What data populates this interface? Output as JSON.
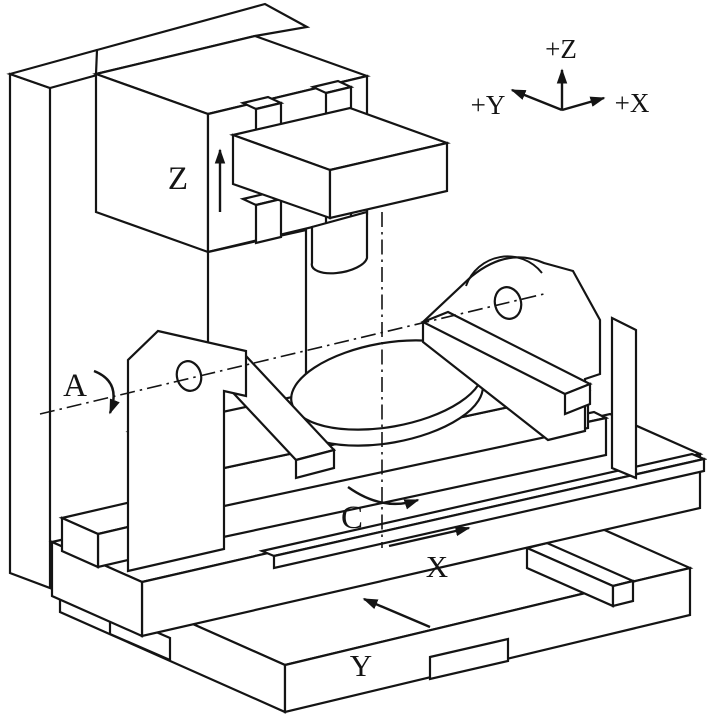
{
  "figure": {
    "background": "#ffffff",
    "line_color": "#141414",
    "description": "Isometric line drawing of a 5-axis machine tool showing linear axes X, Y, Z and rotary axes A (trunnion) and C (rotary table)"
  },
  "labels": {
    "z": "Z",
    "a": "A",
    "c": "C",
    "x": "X",
    "y": "Y"
  },
  "triad": {
    "plus_z": "+Z",
    "plus_y": "+Y",
    "plus_x": "+X"
  }
}
